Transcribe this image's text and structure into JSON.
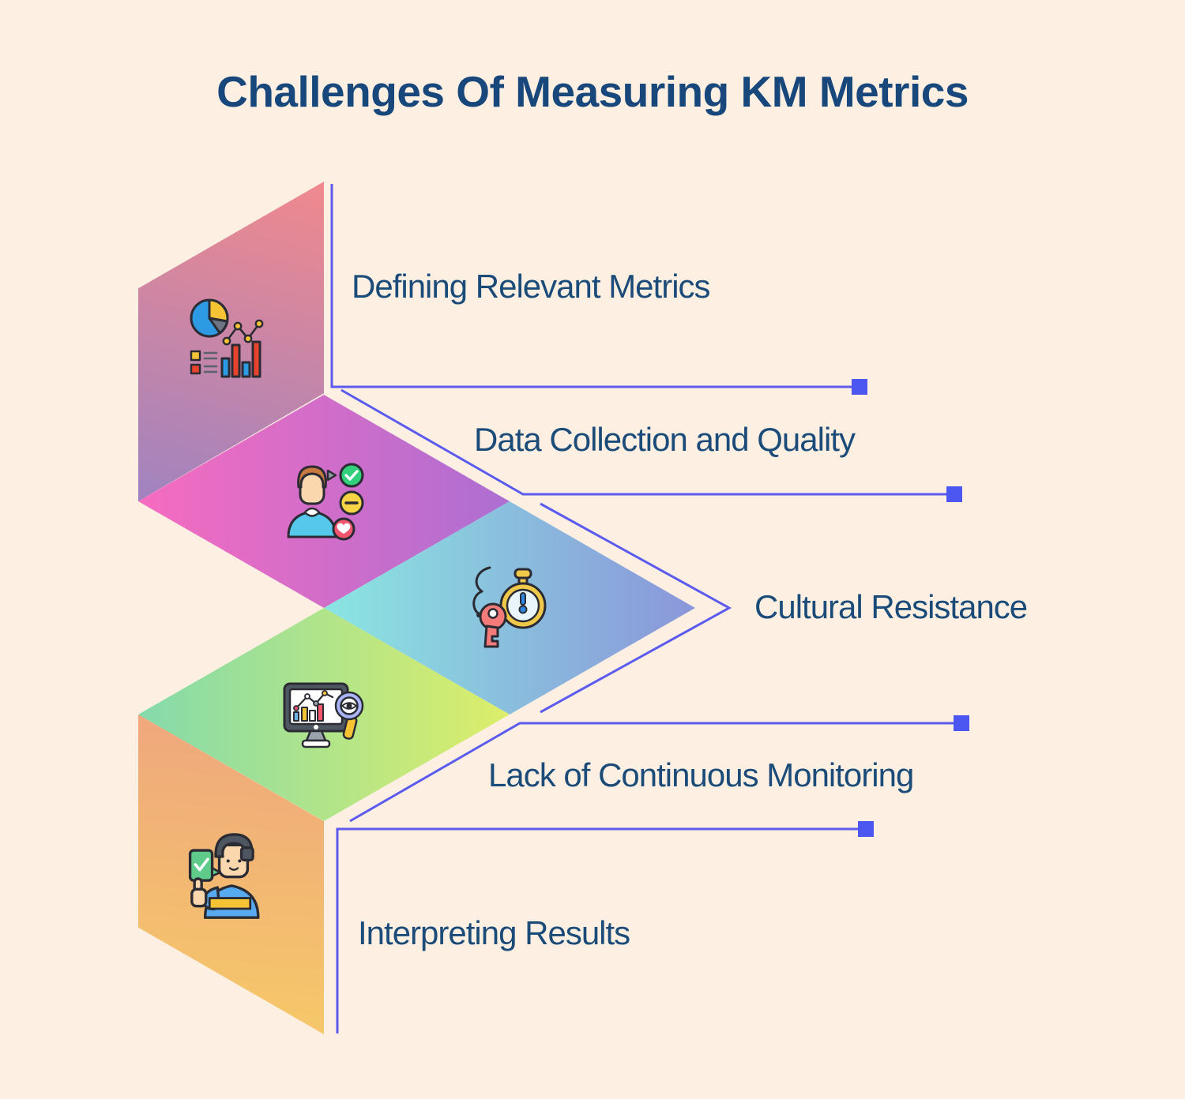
{
  "title": "Challenges Of Measuring KM Metrics",
  "items": [
    {
      "label": "Defining Relevant Metrics",
      "icon": "pie-and-bar-chart-icon"
    },
    {
      "label": "Data Collection and Quality",
      "icon": "person-feedback-icon"
    },
    {
      "label": "Cultural Resistance",
      "icon": "stopwatch-and-key-icon"
    },
    {
      "label": "Lack of Continuous Monitoring",
      "icon": "monitor-analytics-icon"
    },
    {
      "label": "Interpreting Results",
      "icon": "person-thumbs-up-icon"
    }
  ],
  "colors": {
    "background": "#fdf0e3",
    "title_text": "#17477b",
    "label_text": "#1b4b78",
    "connector_line": "#5b5bef",
    "connector_square": "#4c57f2",
    "shape1_gradient_start": "#f1898d",
    "shape1_gradient_end": "#a083c0",
    "shape2_gradient_start": "#f66cc0",
    "shape2_gradient_end": "#ad6ed2",
    "shape3_gradient_start": "#8ae6e1",
    "shape3_gradient_end": "#8a96da",
    "shape4_gradient_start": "#84daab",
    "shape4_gradient_end": "#ddee69",
    "shape5_gradient_start": "#efa67e",
    "shape5_gradient_end": "#f6c968"
  }
}
